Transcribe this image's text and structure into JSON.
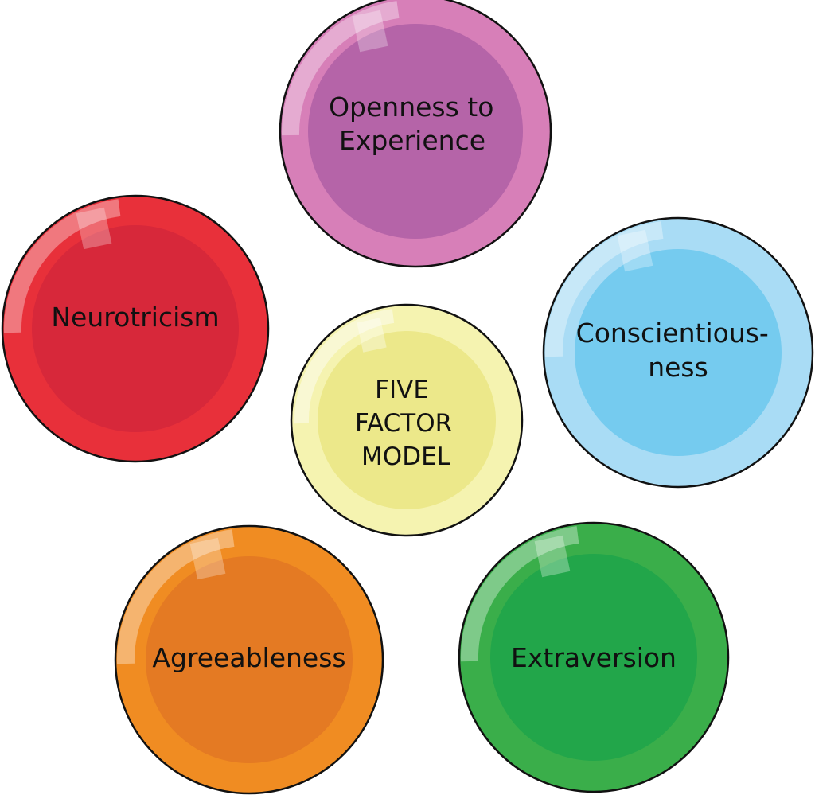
{
  "diagram": {
    "center": {
      "lines": [
        "FIVE",
        "FACTOR",
        "MODEL"
      ],
      "color": "#f5f3b0",
      "inner_color": "#ece88a"
    },
    "traits": [
      {
        "key": "openness",
        "lines": [
          "Openness to",
          "Experience"
        ],
        "color": "#d77fb8",
        "inner_color": "#b564a8"
      },
      {
        "key": "conscientiousness",
        "lines": [
          "Conscientious-",
          "ness"
        ],
        "color": "#a9dcf5",
        "inner_color": "#75cbef"
      },
      {
        "key": "extraversion",
        "lines": [
          "Extraversion"
        ],
        "color": "#3aae4a",
        "inner_color": "#22a64a"
      },
      {
        "key": "agreeableness",
        "lines": [
          "Agreeableness"
        ],
        "color": "#f08c22",
        "inner_color": "#e47a23"
      },
      {
        "key": "neuroticism",
        "lines": [
          "Neurotricism"
        ],
        "color": "#e8303a",
        "inner_color": "#d7283a"
      }
    ]
  }
}
